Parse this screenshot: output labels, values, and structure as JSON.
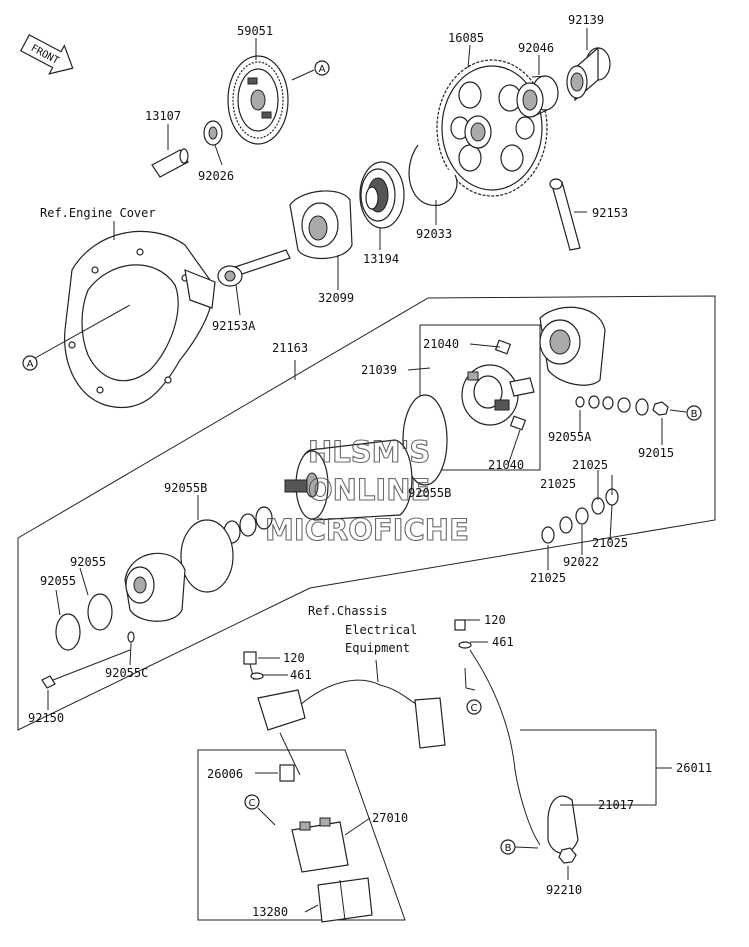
{
  "front_label": "FRONT",
  "watermark": [
    "HLSM'S",
    "ONLINE",
    "MICROFICHE"
  ],
  "references": {
    "engine_cover": "Ref.Engine Cover",
    "chassis_line1": "Ref.Chassis",
    "chassis_line2": "Electrical",
    "chassis_line3": "Equipment"
  },
  "callouts": {
    "A": "A",
    "B": "B",
    "C": "C"
  },
  "parts": {
    "p59051": "59051",
    "p16085": "16085",
    "p92139": "92139",
    "p92046": "92046",
    "p13107": "13107",
    "p92026": "92026",
    "p92033": "92033",
    "p13194": "13194",
    "p32099": "32099",
    "p92153": "92153",
    "p92153a": "92153A",
    "p21163": "21163",
    "p21040_top": "21040",
    "p21039": "21039",
    "p92055a": "92055A",
    "p92015": "92015",
    "p21040_bot": "21040",
    "p21025_a": "21025",
    "p21025_b": "21025",
    "p21025_c": "21025",
    "p21025_d": "21025",
    "p92022": "92022",
    "p92055b_left": "92055B",
    "p92055b_right": "92055B",
    "p92055_a": "92055",
    "p92055_b": "92055",
    "p92055c": "92055C",
    "p92150": "92150",
    "p120_left": "120",
    "p461_left": "461",
    "p120_right": "120",
    "p461_right": "461",
    "p26006": "26006",
    "p27010": "27010",
    "p13280": "13280",
    "p26011": "26011",
    "p21017": "21017",
    "p92210": "92210"
  }
}
